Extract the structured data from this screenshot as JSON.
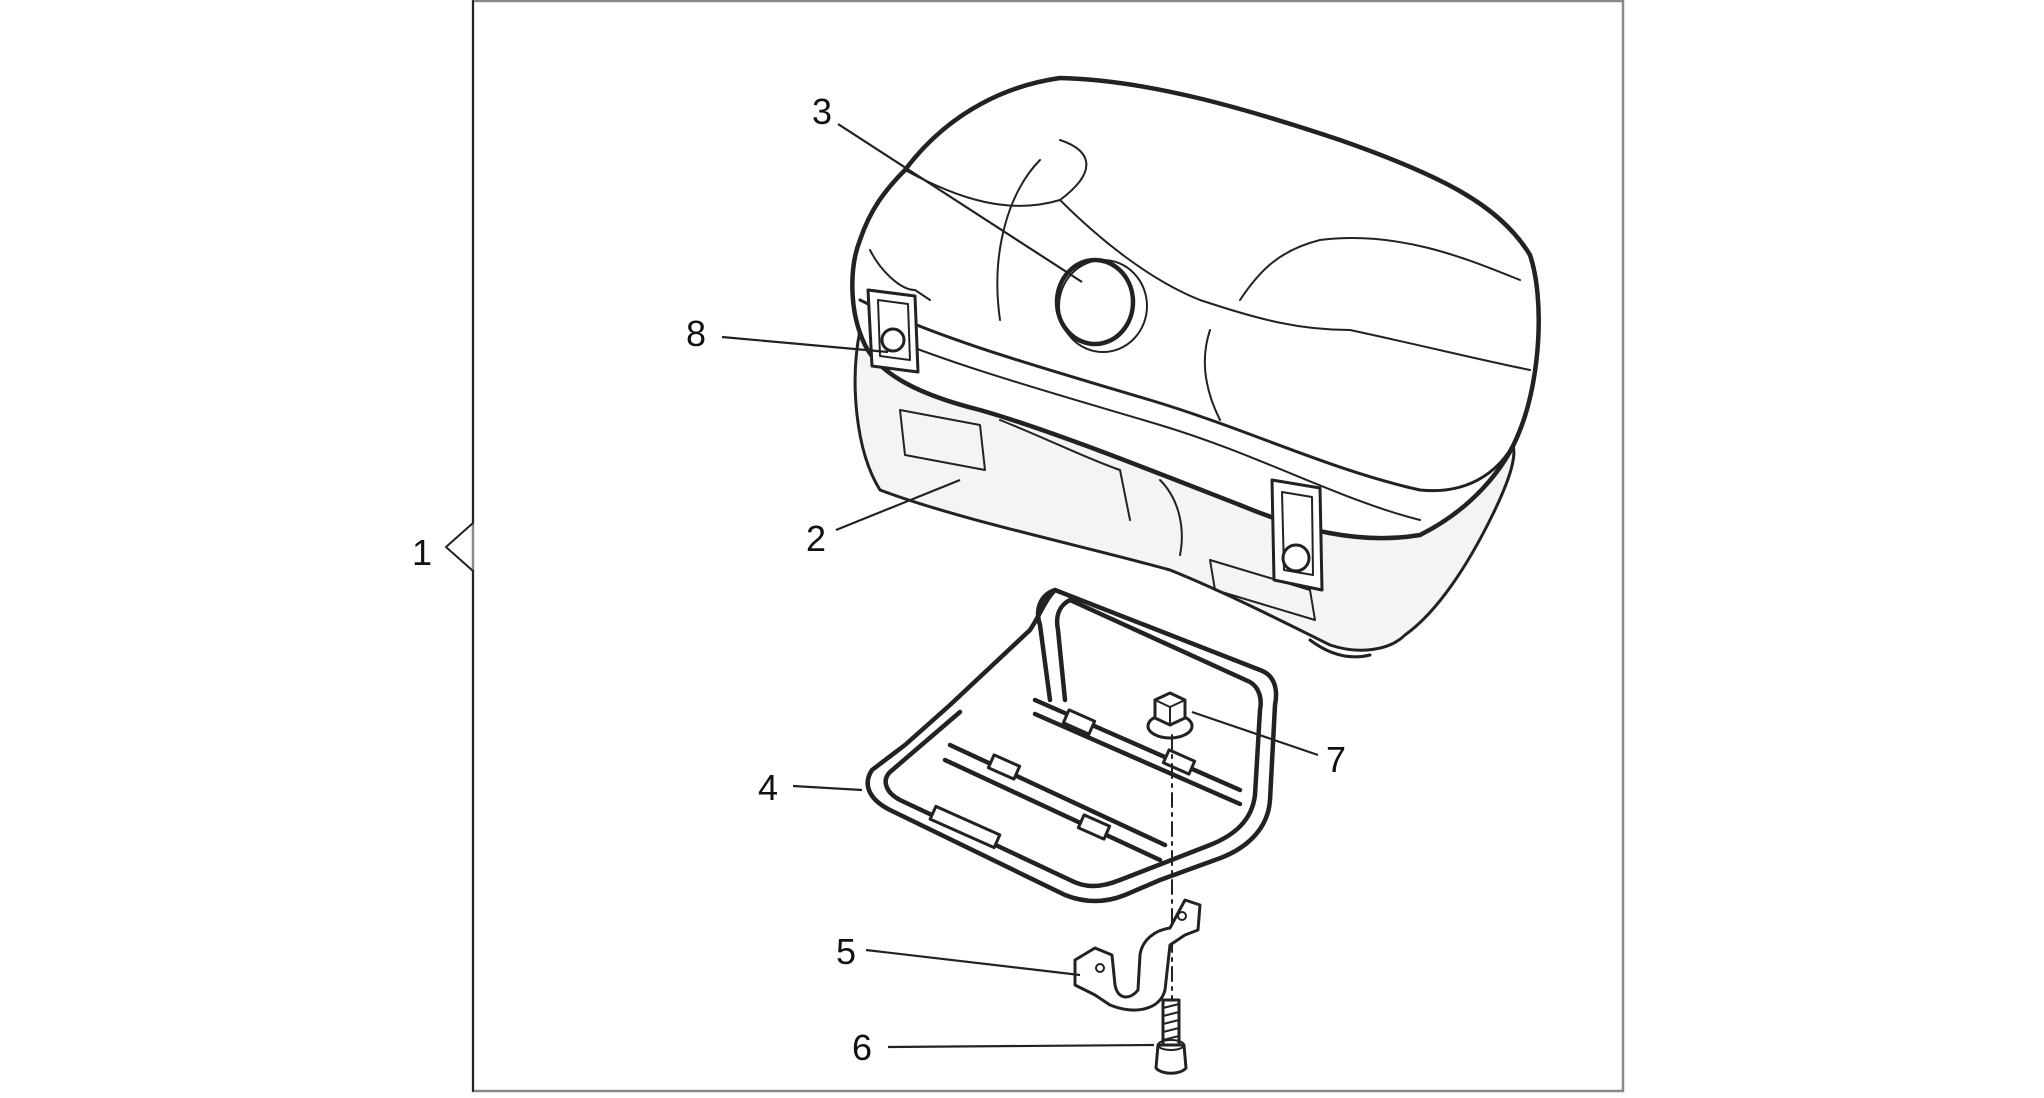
{
  "diagram": {
    "callouts": {
      "kit": "1",
      "case_body": "2",
      "reflector": "3",
      "rack": "4",
      "bracket": "5",
      "screw": "6",
      "nut": "7",
      "lock": "8"
    },
    "colors": {
      "line": "#222222",
      "frame": "#888888",
      "background": "#ffffff"
    }
  }
}
